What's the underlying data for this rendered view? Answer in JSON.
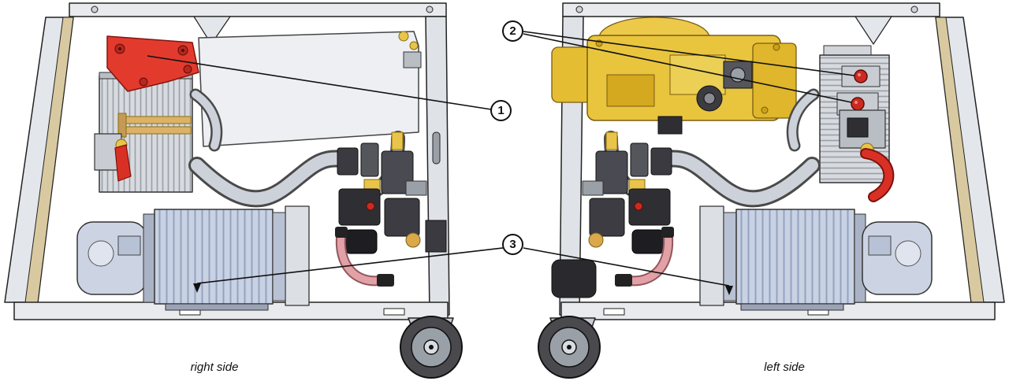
{
  "figure": {
    "captions": {
      "right": "right side",
      "left": "left side"
    },
    "callouts": [
      {
        "label": "1"
      },
      {
        "label": "2"
      },
      {
        "label": "3"
      }
    ],
    "colors": {
      "highlight_red": "#d93025",
      "fitting_red": "#cc2a20",
      "compressor_gold": "#e9c53e",
      "brass": "#d9a94a",
      "hose_pink": "#e2a1a6",
      "motor_blue": "#c9d2e3",
      "frame_gray": "#e8eaed",
      "line": "#1a1a1a"
    }
  }
}
